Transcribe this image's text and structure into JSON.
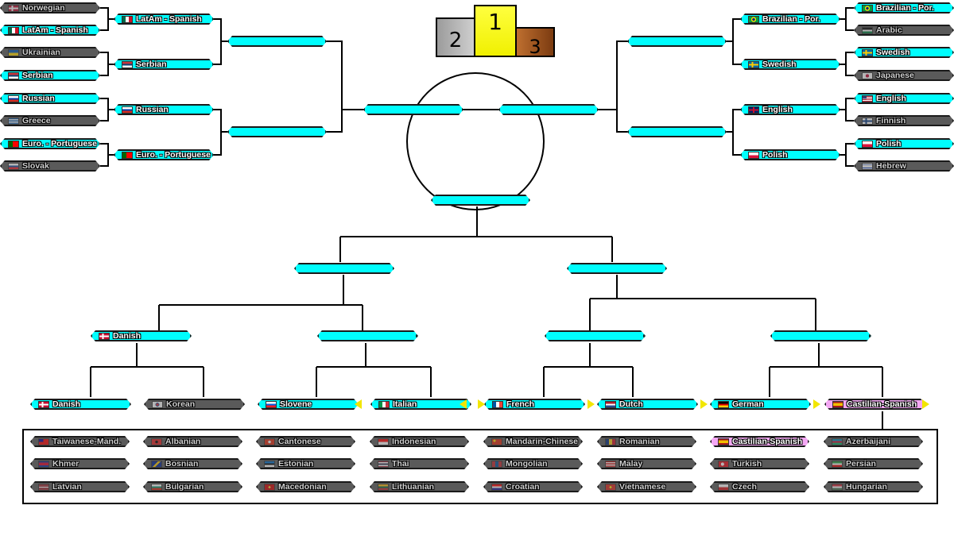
{
  "colors": {
    "cyan": "#00fdfd",
    "gray": "#5a5a5a",
    "pink": "#f4a7f4",
    "arrow": "#f2e600",
    "gold": "#f7f700",
    "silver": "#b0b0b0",
    "bronze": "#a0522d"
  },
  "podium": {
    "first": "1",
    "second": "2",
    "third": "3"
  },
  "bracket": {
    "left_r1": [
      {
        "label": "Norwegian",
        "state": "gray",
        "flag": "norway"
      },
      {
        "label": "LatAm - Spanish",
        "state": "cyan",
        "flag": "mexico"
      },
      {
        "label": "Ukrainian",
        "state": "gray",
        "flag": "ukraine"
      },
      {
        "label": "Serbian",
        "state": "cyan",
        "flag": "serbia"
      },
      {
        "label": "Russian",
        "state": "cyan",
        "flag": "russia"
      },
      {
        "label": "Greece",
        "state": "gray",
        "flag": "greece"
      },
      {
        "label": "Euro. - Portuguese",
        "state": "cyan",
        "flag": "portugal"
      },
      {
        "label": "Slovak",
        "state": "gray",
        "flag": "slovakia"
      }
    ],
    "left_r2": [
      {
        "label": "LatAm - Spanish",
        "state": "cyan",
        "flag": "mexico"
      },
      {
        "label": "Serbian",
        "state": "cyan",
        "flag": "serbia"
      },
      {
        "label": "Russian",
        "state": "cyan",
        "flag": "russia"
      },
      {
        "label": "Euro. - Portuguese",
        "state": "cyan",
        "flag": "portugal"
      }
    ],
    "right_r1": [
      {
        "label": "Brazilian - Por.",
        "state": "cyan",
        "flag": "brazil"
      },
      {
        "label": "Arabic",
        "state": "gray",
        "flag": "arabic"
      },
      {
        "label": "Swedish",
        "state": "cyan",
        "flag": "sweden"
      },
      {
        "label": "Japanese",
        "state": "gray",
        "flag": "japan"
      },
      {
        "label": "English",
        "state": "cyan",
        "flag": "usa"
      },
      {
        "label": "Finnish",
        "state": "gray",
        "flag": "finland"
      },
      {
        "label": "Polish",
        "state": "cyan",
        "flag": "poland"
      },
      {
        "label": "Hebrew",
        "state": "gray",
        "flag": "israel"
      }
    ],
    "right_r2": [
      {
        "label": "Brazilian - Por.",
        "state": "cyan",
        "flag": "brazil"
      },
      {
        "label": "Swedish",
        "state": "cyan",
        "flag": "sweden"
      },
      {
        "label": "English",
        "state": "cyan",
        "flag": "uk"
      },
      {
        "label": "Polish",
        "state": "cyan",
        "flag": "poland"
      }
    ],
    "bottom_r1": [
      {
        "label": "Danish",
        "state": "cyan",
        "flag": "denmark"
      },
      {
        "label": "Korean",
        "state": "gray",
        "flag": "korea"
      },
      {
        "label": "Slovene",
        "state": "cyan",
        "flag": "slovenia"
      },
      {
        "label": "Italian",
        "state": "cyan",
        "flag": "italy"
      },
      {
        "label": "French",
        "state": "cyan",
        "flag": "france"
      },
      {
        "label": "Dutch",
        "state": "cyan",
        "flag": "netherlands"
      },
      {
        "label": "German",
        "state": "cyan",
        "flag": "germany"
      },
      {
        "label": "Castilian-Spanish",
        "state": "pink",
        "flag": "spain"
      }
    ],
    "bottom_r2": [
      {
        "label": "Danish",
        "state": "cyan",
        "flag": "denmark"
      },
      {
        "label": "",
        "state": "cyan",
        "flag": ""
      },
      {
        "label": "",
        "state": "cyan",
        "flag": ""
      },
      {
        "label": "",
        "state": "cyan",
        "flag": ""
      }
    ]
  },
  "pool": [
    {
      "label": "Taiwanese-Mand.",
      "state": "gray",
      "flag": "taiwan"
    },
    {
      "label": "Albanian",
      "state": "gray",
      "flag": "albania"
    },
    {
      "label": "Cantonese",
      "state": "gray",
      "flag": "hongkong"
    },
    {
      "label": "Indonesian",
      "state": "gray",
      "flag": "indonesia"
    },
    {
      "label": "Mandarin-Chinese",
      "state": "gray",
      "flag": "china"
    },
    {
      "label": "Romanian",
      "state": "gray",
      "flag": "romania"
    },
    {
      "label": "Castilian-Spanish",
      "state": "pink",
      "flag": "spain"
    },
    {
      "label": "Azerbaijani",
      "state": "gray",
      "flag": "azerbaijan"
    },
    {
      "label": "Khmer",
      "state": "gray",
      "flag": "cambodia"
    },
    {
      "label": "Bosnian",
      "state": "gray",
      "flag": "bosnia"
    },
    {
      "label": "Estonian",
      "state": "gray",
      "flag": "estonia"
    },
    {
      "label": "Thai",
      "state": "gray",
      "flag": "thailand"
    },
    {
      "label": "Mongolian",
      "state": "gray",
      "flag": "mongolia"
    },
    {
      "label": "Malay",
      "state": "gray",
      "flag": "malaysia"
    },
    {
      "label": "Turkish",
      "state": "gray",
      "flag": "turkey"
    },
    {
      "label": "Persian",
      "state": "gray",
      "flag": "iran"
    },
    {
      "label": "Latvian",
      "state": "gray",
      "flag": "latvia"
    },
    {
      "label": "Bulgarian",
      "state": "gray",
      "flag": "bulgaria"
    },
    {
      "label": "Macedonian",
      "state": "gray",
      "flag": "macedonia"
    },
    {
      "label": "Lithuanian",
      "state": "gray",
      "flag": "lithuania"
    },
    {
      "label": "Croatian",
      "state": "gray",
      "flag": "croatia"
    },
    {
      "label": "Vietnamese",
      "state": "gray",
      "flag": "vietnam"
    },
    {
      "label": "Czech",
      "state": "gray",
      "flag": "czech"
    },
    {
      "label": "Hungarian",
      "state": "gray",
      "flag": "hungary"
    }
  ]
}
